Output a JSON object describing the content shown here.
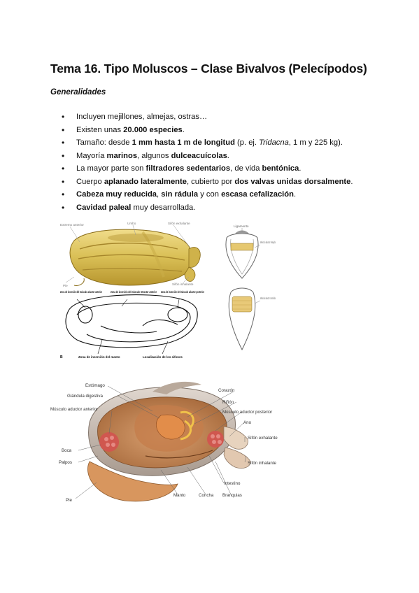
{
  "title": "Tema 16. Tipo Moluscos – Clase Bivalvos (Pelecípodos)",
  "subtitle": "Generalidades",
  "bullets": [
    {
      "parts": [
        {
          "t": "Incluyen mejillones, almejas, ostras…"
        }
      ]
    },
    {
      "parts": [
        {
          "t": "Existen unas "
        },
        {
          "t": "20.000 especies",
          "b": true
        },
        {
          "t": "."
        }
      ]
    },
    {
      "parts": [
        {
          "t": "Tamaño: desde "
        },
        {
          "t": "1 mm hasta 1 m de longitud",
          "b": true
        },
        {
          "t": " (p. ej. "
        },
        {
          "t": "Tridacna",
          "i": true
        },
        {
          "t": ", 1 m y 225 kg)."
        }
      ]
    },
    {
      "parts": [
        {
          "t": "Mayoría "
        },
        {
          "t": "marinos",
          "b": true
        },
        {
          "t": ", algunos "
        },
        {
          "t": "dulceacuícolas",
          "b": true
        },
        {
          "t": "."
        }
      ]
    },
    {
      "parts": [
        {
          "t": "La mayor parte son "
        },
        {
          "t": "filtradores sedentarios",
          "b": true
        },
        {
          "t": ", de vida "
        },
        {
          "t": "bentónica",
          "b": true
        },
        {
          "t": "."
        }
      ]
    },
    {
      "parts": [
        {
          "t": "Cuerpo "
        },
        {
          "t": "aplanado lateralmente",
          "b": true
        },
        {
          "t": ", cubierto por "
        },
        {
          "t": "dos valvas unidas dorsalmente",
          "b": true
        },
        {
          "t": "."
        }
      ]
    },
    {
      "parts": [
        {
          "t": "Cabeza muy reducida",
          "b": true
        },
        {
          "t": ", "
        },
        {
          "t": "sin rádula",
          "b": true
        },
        {
          "t": " y con "
        },
        {
          "t": "escasa cefalización",
          "b": true
        },
        {
          "t": "."
        }
      ]
    },
    {
      "parts": [
        {
          "t": "Cavidad paleal",
          "b": true
        },
        {
          "t": " muy desarrollada."
        }
      ]
    }
  ],
  "figure1": {
    "labels": {
      "extremo_anterior": "Extremo anterior",
      "umbo": "Umbo",
      "sifon_exhalante": "Sifón exhalante",
      "pie": "Pie",
      "sifon_inhalante": "Sifón inhalante",
      "zona_aductor_anterior": "Zona de inserción del músculo aductor anterior",
      "zona_retractor_anterior": "Zona de inserción del músculo retractor anterior",
      "zona_aductor_posterior": "Zona de inserción del músculo aductor posterior",
      "panel_b": "B",
      "zona_manto": "Zona de inserción del manto",
      "localizacion_sifones": "Localización de los sifones"
    }
  },
  "figure2": {
    "labels": {
      "ligamento": "Ligamento",
      "relajado": "Músculo aductor relajado",
      "contraido": "Músculo aductor contraído"
    }
  },
  "figure3": {
    "labels": {
      "estomago": "Estómago",
      "glandula": "Glándula digestiva",
      "aductor_anterior": "Músculo aductor anterior",
      "boca": "Boca",
      "palpos": "Palpos",
      "pie": "Pie",
      "corazon": "Corazón",
      "rinon": "Riñón",
      "aductor_posterior": "Músculo aductor posterior",
      "ano": "Ano",
      "sifon_exhalante": "Sifón exhalante",
      "sifon_inhalante": "Sifón inhalante",
      "intestino": "Intestino",
      "manto": "Manto",
      "concha": "Concha",
      "branquias": "Branquias"
    }
  }
}
